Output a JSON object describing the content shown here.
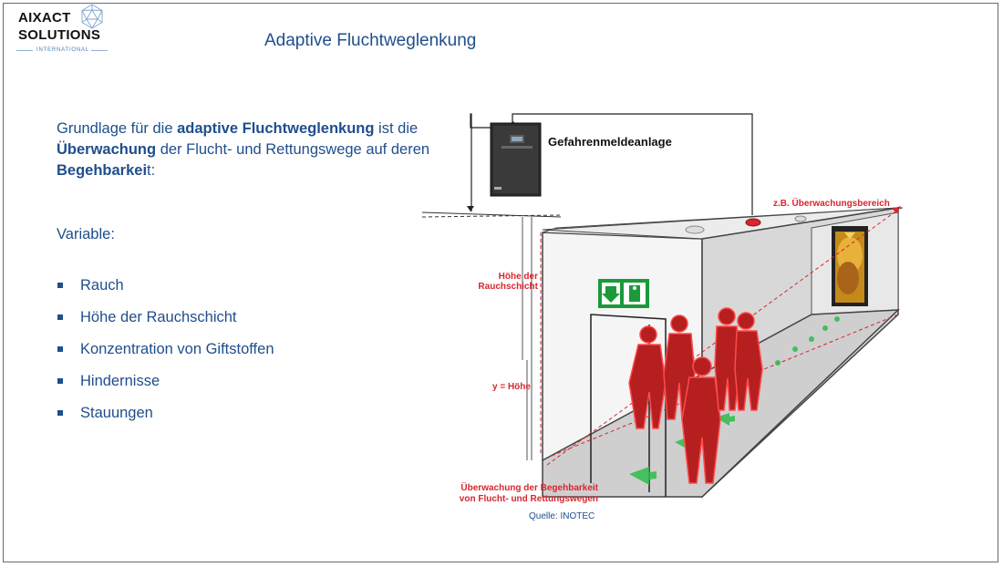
{
  "logo": {
    "line1": "AIXACT",
    "line2": "SOLUTIONS",
    "sub": "INTERNATIONAL"
  },
  "title": "Adaptive Fluchtweglenkung",
  "intro": {
    "p1": "Grundlage für die ",
    "b1": "adaptive Fluchtweglenkung",
    "p2": " ist die ",
    "b2": "Überwachung",
    "p3": " der Flucht- und Rettungswege auf deren ",
    "b3": "Begehbarkei",
    "p4": "t:"
  },
  "variable_label": "Variable:",
  "bullets": [
    "Rauch",
    "Höhe der Rauchschicht",
    "Konzentration von Giftstoffen",
    "Hindernisse",
    "Stauungen"
  ],
  "illustration": {
    "panel_label": "Gefahrenmeldeanlage",
    "zone_label": "z.B. Überwachungsbereich",
    "smoke_height_label_1": "Höhe der",
    "smoke_height_label_2": "Rauchschicht",
    "height_label": "y = Höhe",
    "walkability_label_1": "Überwachung der Begehbarkeit",
    "walkability_label_2": "von Flucht- und Rettungswegen",
    "source": "Quelle: INOTEC"
  },
  "colors": {
    "text_blue": "#1f4e8c",
    "alert_red": "#d7262e",
    "exit_green": "#1a9a3a",
    "person_red": "#b51f1f"
  },
  "icons": [
    "logo-icosahedron-icon",
    "exit-sign-icon",
    "arrow-down-icon",
    "smoke-detector-icon",
    "fire-icon"
  ]
}
